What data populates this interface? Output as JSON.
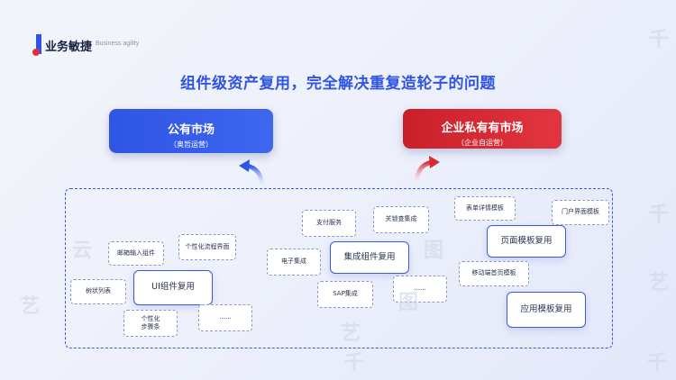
{
  "brand": {
    "title": "业务敏捷",
    "subtitle": "Business agility"
  },
  "headline": "组件级资产复用，完全解决重复造轮子的问题",
  "public_market": {
    "title": "公有市场",
    "subtitle": "（奥哲运营）"
  },
  "private_market": {
    "title": "企业私有有市场",
    "subtitle": "（企业自运营）"
  },
  "left_group": {
    "email_input": "邮箱输入组件",
    "custom_flow": "个性化流程界面",
    "tree_list": "树状列表",
    "ui_reuse": "UI组件复用",
    "custom_steps": "个性化\n步骤条",
    "ellipsis": "......"
  },
  "center_group": {
    "payment": "支付服务",
    "customs": "关锁查集成",
    "einvoice": "电子集成",
    "integration_reuse": "集成组件复用",
    "sap": "SAP集成",
    "ellipsis": "......"
  },
  "right_group": {
    "form_detail": "表单详情模板",
    "portal": "门户界面模板",
    "page_template": "页面模板复用",
    "mobile_home": "移动端首页模板",
    "app_template": "应用模板复用"
  },
  "watermark": [
    "艺",
    "云",
    "图",
    "千",
    "艺",
    "千",
    "图",
    "千",
    "艺",
    "千"
  ]
}
